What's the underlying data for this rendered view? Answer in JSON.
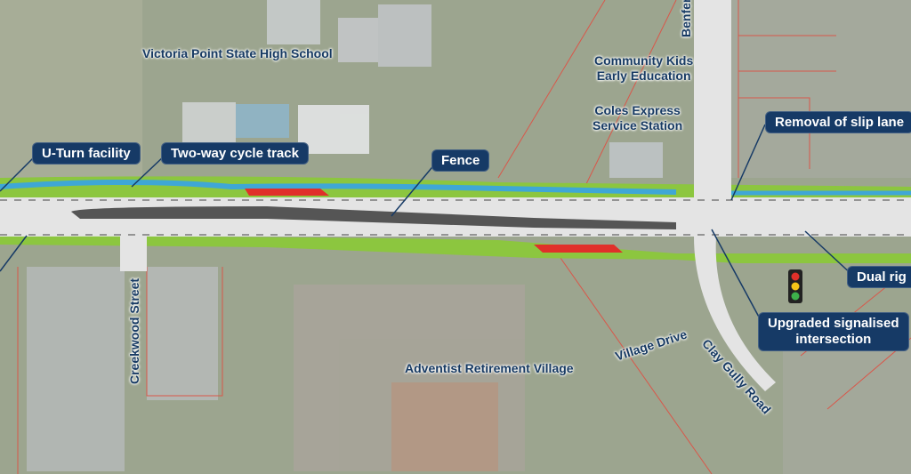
{
  "places": {
    "school": "Victoria Point State High School",
    "kids_line1": "Community Kids",
    "kids_line2": "Early Education",
    "coles_line1": "Coles Express",
    "coles_line2": "Service Station",
    "retirement": "Adventist Retirement Village"
  },
  "streets": {
    "benfer": "Benfer",
    "creekwood": "Creekwood Street",
    "village": "Village Drive",
    "clay_gully": "Clay Gully Road"
  },
  "callouts": {
    "uturn": "U-Turn facility",
    "cycle": "Two-way cycle track",
    "fence": "Fence",
    "slip": "Removal of slip lane",
    "dual": "Dual rig",
    "signal_line1": "Upgraded signalised",
    "signal_line2": "intersection"
  },
  "colors": {
    "callout": "#163a66",
    "cycle_track": "#3fa7d6",
    "verge": "#8cc63f",
    "road": "#e4e4e4",
    "median": "#555555",
    "path": "#f2a57c",
    "red": "#e0302a"
  }
}
